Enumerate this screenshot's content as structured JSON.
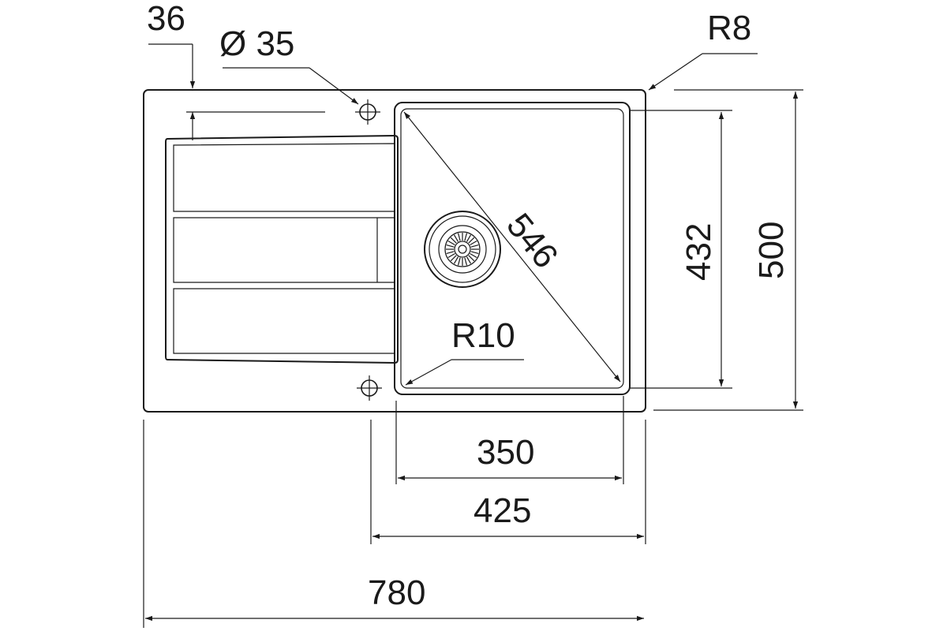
{
  "dimensions": {
    "edge_offset": "36",
    "hole_diameter": "Ø 35",
    "corner_radius_outer": "R8",
    "diagonal": "546",
    "bowl_height": "432",
    "total_height": "500",
    "corner_radius_inner": "R10",
    "bowl_width": "350",
    "bowl_unit_width": "425",
    "total_width": "780"
  }
}
